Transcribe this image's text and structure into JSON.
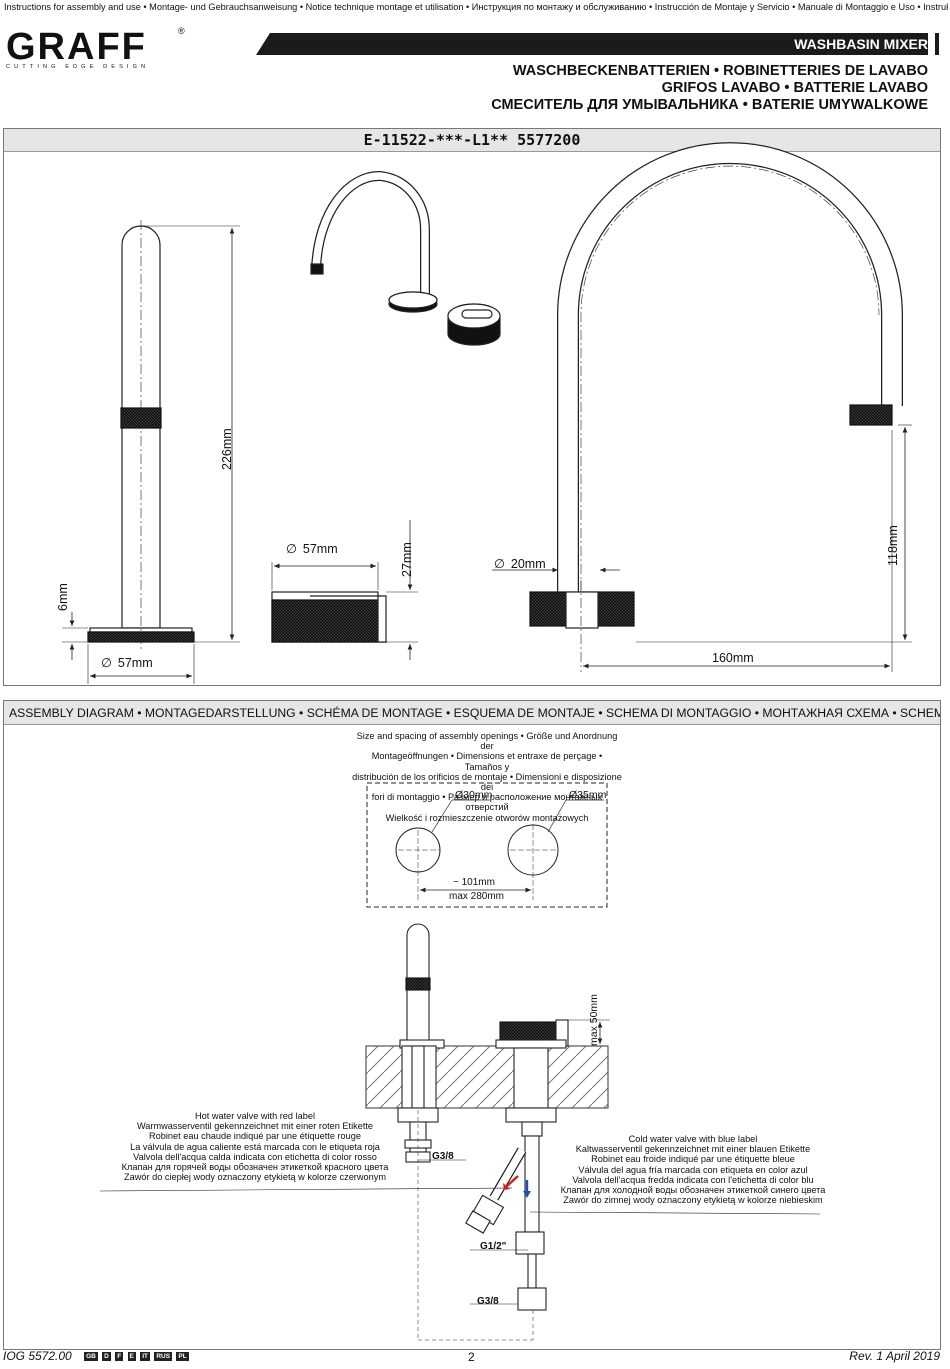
{
  "header": {
    "languages_line": "Instructions for assembly and use • Montage- und Gebrauchsanweisung • Notice technique montage et utilisation • Инструкция по монтажу и обслуживанию • Instrucción de Montaje y Servicio • Manuale di Montaggio e Uso • Instrukcja Montażu i Obsługi",
    "logo_word": "GRAFF",
    "logo_reg": "®",
    "logo_tagline": "CUTTING EDGE DESIGN",
    "product_type": "WASHBASIN MIXER",
    "subtitle_1": "WASCHBECKENBATTERIEN • ROBINETTERIES DE LAVABO",
    "subtitle_2": "GRIFOS LAVABO • BATTERIE LAVABO",
    "subtitle_3": "СМЕСИТЕЛЬ ДЛЯ УМЫВАЛЬНИКА • BATERIE UMYWALKOWE"
  },
  "dimensions_panel": {
    "model": "E-11522-***-L1**   5577200",
    "dim_226": "226mm",
    "dim_6": "6mm",
    "dim_57_base": "57mm",
    "dim_57_handle": "57mm",
    "dim_27": "27mm",
    "dim_20": "20mm",
    "dim_118": "118mm",
    "dim_160": "160mm",
    "diameter_symbol": "∅"
  },
  "assembly_panel": {
    "heading": "ASSEMBLY DIAGRAM • MONTAGEDARSTELLUNG • SCHÉMA DE MONTAGE • ESQUEMA DE MONTAJE • SCHEMA DI MONTAGGIO • МОНТАЖНАЯ СХЕМА • SCHEMAT MONTAŻOWY",
    "openings_note": [
      "Size and spacing of assembly openings • Größe und Anordnung der",
      "Montageöffnungen • Dimensions et entraxe de perçage  • Tamaños y",
      "distribución de los orificios de montaje  • Dimensioni e disposizione dei",
      "fori di montaggio • Размер и расположение монтажных отверстий",
      "Wielkość i rozmieszczenie otworów montażowych"
    ],
    "hole_1": "Ø30mm",
    "hole_2": "Ø35mm",
    "spacing_1": "~ 101mm",
    "spacing_2": "max  280mm",
    "max_50": "max 50mm",
    "hot_note": [
      "Hot water valve with red label",
      "Warmwasserventil gekennzeichnet mit einer roten Etikette",
      "Robinet eau chaude indiqué par une étiquette rouge",
      "La válvula de agua caliente está marcada con le etiqueta roja",
      "Valvola dell'acqua calda indicata con etichetta di color rosso",
      "Клапан для горячей воды обозначен этикеткой красного цвета",
      "Zawór do ciepłej wody oznaczony etykietą w kolorze czerwonym"
    ],
    "cold_note": [
      "Cold water valve with blue label",
      "Kaltwasserventil gekennzeichnet mit einer blauen Etikette",
      "Robinet eau froide indiqué par une étiquette bleue",
      "Válvula del agua fría marcada con etiqueta en color azul",
      "Valvola dell'acqua fredda indicata con l'etichetta di color blu",
      "Клапан для холодной воды обозначен этикеткой синего цвета",
      "Zawór do zimnej wody oznaczony etykietą w kolorze niebieskim"
    ],
    "thread_1": "G3/8",
    "thread_2": "G1/2\"",
    "thread_3": "G3/8",
    "hot_color": "#d22020",
    "cold_color": "#1f4fb5"
  },
  "footer": {
    "doc_code": "IOG 5572.00",
    "languages": [
      "GB",
      "D",
      "F",
      "E",
      "IT",
      "RUS",
      "PL"
    ],
    "page_number": "2",
    "revision": "Rev. 1 April 2019"
  }
}
